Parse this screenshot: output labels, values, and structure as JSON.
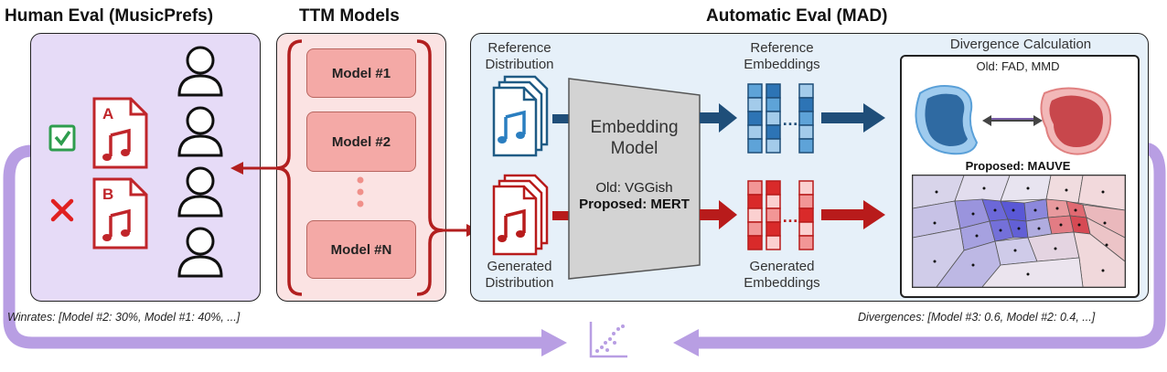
{
  "titles": {
    "human_eval": "Human Eval (MusicPrefs)",
    "ttm_models": "TTM Models",
    "auto_eval": "Automatic Eval (MAD)"
  },
  "human_eval": {
    "file_a_letter": "A",
    "file_b_letter": "B",
    "winrates": "Winrates: [Model #2: 30%, Model #1: 40%, ...]"
  },
  "models": {
    "items": [
      "Model #1",
      "Model #2",
      "Model #N"
    ]
  },
  "auto_eval": {
    "reference_distribution": [
      "Reference",
      "Distribution"
    ],
    "generated_distribution": [
      "Generated",
      "Distribution"
    ],
    "embedding_model": [
      "Embedding",
      "Model"
    ],
    "old_embedding": "Old: VGGish",
    "proposed_embedding": "Proposed: MERT",
    "reference_embeddings": [
      "Reference",
      "Embeddings"
    ],
    "generated_embeddings": [
      "Generated",
      "Embeddings"
    ],
    "divergence_title": "Divergence Calculation",
    "old_divergence": "Old: FAD, MMD",
    "proposed_divergence_prefix": "Proposed:",
    "proposed_divergence_value": "MAUVE",
    "divergences": "Divergences: [Model #3: 0.6, Model #2: 0.4, ...]"
  },
  "colors": {
    "human_panel": "#e6dbf7",
    "ttm_panel": "#fbe3e3",
    "auto_panel": "#e6f0f9",
    "feedback_arrow": "#b89ee3",
    "reference_blue": "#1f5b85",
    "generated_red": "#b81b1b",
    "check_green": "#2e9d4e",
    "cross_red": "#e02020"
  }
}
